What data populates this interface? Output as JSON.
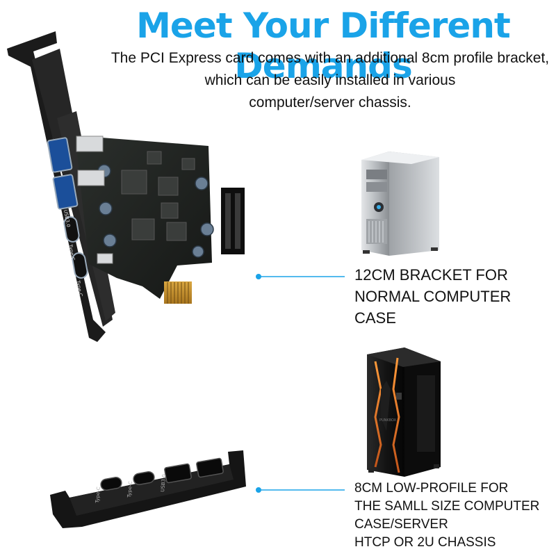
{
  "header": {
    "title": "Meet Your Different Demands",
    "description_lines": [
      "The PCI Express card comes with an additional 8cm profile bracket,",
      "which can be easily installed in various",
      "computer/server chassis."
    ]
  },
  "callouts": [
    {
      "lines": [
        "12CM BRACKET FOR",
        "NORMAL COMPUTER CASE"
      ]
    },
    {
      "lines": [
        "8CM LOW-PROFILE FOR",
        "THE SAMLL SIZE COMPUTER",
        "CASE/SERVER",
        "HTCP OR 2U CHASSIS"
      ]
    }
  ],
  "card_ports": [
    "USB3.0",
    "Type-C",
    "Type-C"
  ],
  "low_profile_ports": [
    "Type-C",
    "Type-C",
    "USB3.0"
  ],
  "colors": {
    "accent": "#1aa3e8",
    "text": "#111111"
  }
}
